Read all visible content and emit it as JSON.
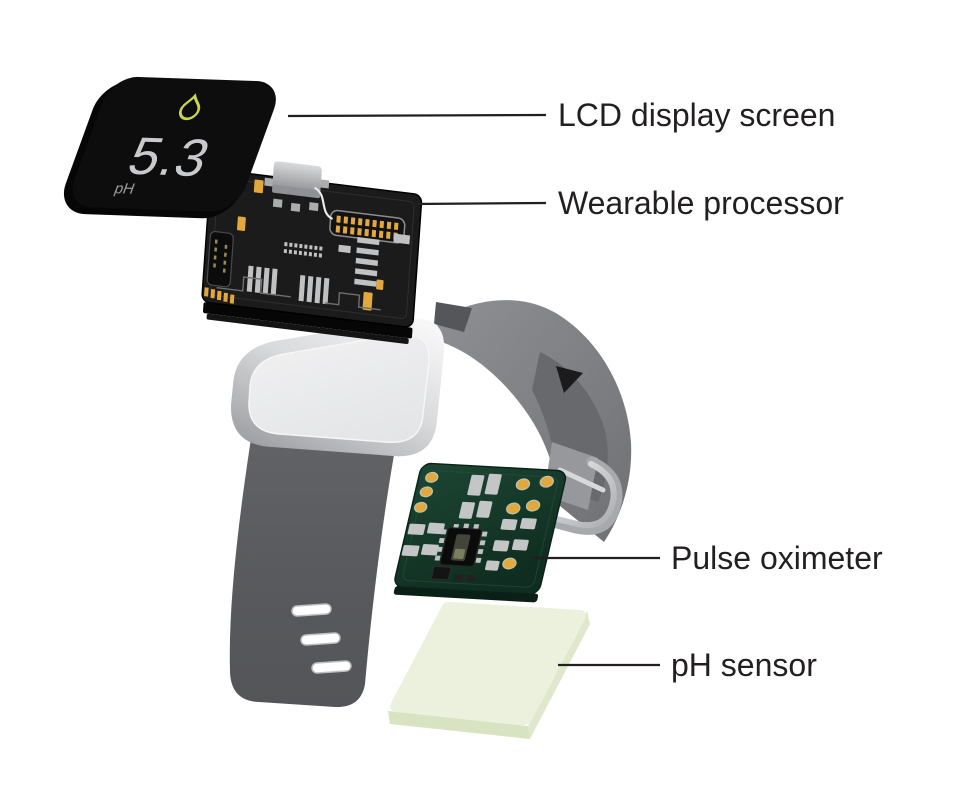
{
  "diagram": {
    "subject": "wearable pH sensor smartwatch exploded view"
  },
  "display": {
    "value": "5.3",
    "unit": "pH",
    "icon": "water-droplet-icon"
  },
  "labels": {
    "lcd": "LCD display screen",
    "processor": "Wearable processor",
    "oximeter": "Pulse oximeter",
    "ph_sensor": "pH sensor"
  },
  "colors": {
    "label_text": "#231f20",
    "leader_line": "#231f20",
    "lcd_black": "#0d0d0e",
    "droplet_green": "#c9d64d",
    "lcd_digits": "#c9cacc",
    "lcd_unit_gray": "#9a9c9e",
    "pcb_black": "#1b1b1b",
    "pcb_green": "#17382b",
    "gold": "#e2a83e",
    "component_gray": "#c3c5c7",
    "strap_gray": "#595a5c",
    "strap_light_gray": "#85878a",
    "bezel_silver": "#d8d9db",
    "screen_white": "#e9eaeb",
    "ph_sensor_green": "#ebf1dc"
  }
}
